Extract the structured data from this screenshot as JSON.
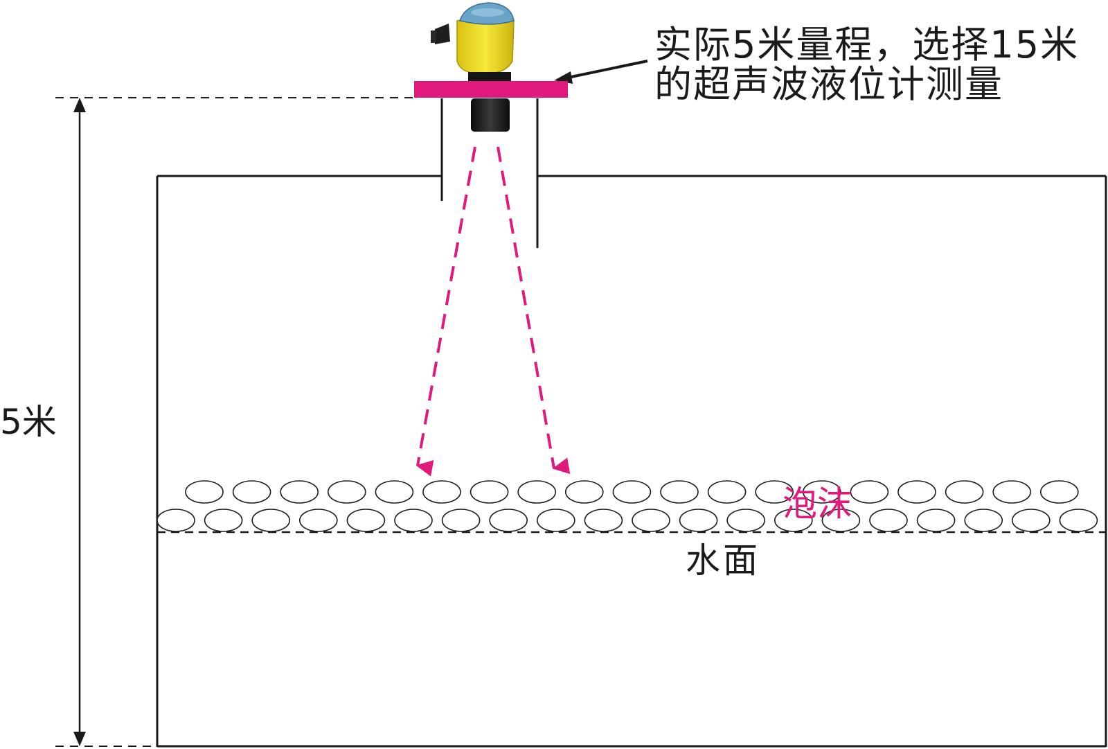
{
  "callout": {
    "line1": "实际5米量程，选择15米",
    "line2": "的超声波液位计测量"
  },
  "dimension": {
    "height_label": "5米"
  },
  "labels": {
    "foam": "泡沫",
    "water_surface": "水面"
  },
  "colors": {
    "accent": "#e0197d",
    "sensor_body": "#f2df1b",
    "sensor_probe": "#1d1d1d",
    "sensor_window": "#6aa3c8",
    "line": "#1a1a1a"
  },
  "icons": {
    "sensor": "ultrasonic-level-sensor-icon"
  }
}
